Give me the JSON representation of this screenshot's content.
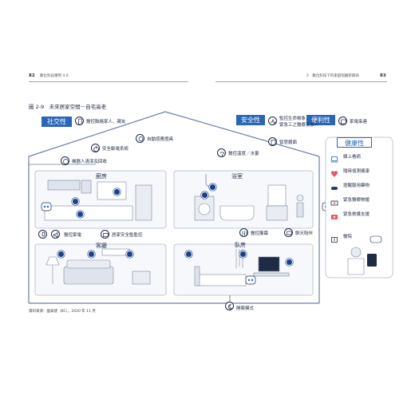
{
  "header": {
    "page_left": "82",
    "running_left": "數位科技應用 4.0",
    "running_right": "2　數位科技下的家庭照顧新興商",
    "page_right": "83"
  },
  "figure": {
    "title": "圖 2-9　未來居家空間－自宅高老",
    "source": "資料來源：國泰建（BC），2020 年 11 月"
  },
  "categories": {
    "social": "社交性",
    "safety": "安全性",
    "convenience": "便利性",
    "health": "健康性"
  },
  "top_labels": {
    "contact_family": "醫控聯絡家人、親友",
    "monitor_vitals": "監控生命徵象",
    "emergency_contact": "緊急工之醫療及家人",
    "home_appliance_link": "家電串連"
  },
  "rooms": {
    "kitchen": "廚房",
    "bathroom": "浴室",
    "living_room": "客廳",
    "bedroom": "臥房"
  },
  "labels": {
    "auto_sensor_light": "自動感應燈具",
    "safe_electric": "安全斷電系統",
    "robot_cleaner": "機器人清潔及回收",
    "temp_water": "醫控溫度／水量",
    "smart_mirror": "智慧鏡面",
    "voice_appliance": "醫控家電",
    "appliance_monitor": "居家安全監監控",
    "voice_curtain": "醫控簾幕",
    "chat_companion": "聊天陪伴",
    "sleep_mode": "睡眠模式"
  },
  "health_items": [
    {
      "label": "線上看病",
      "icon": "laptop-doctor-icon"
    },
    {
      "label": "隨時偵測健康",
      "icon": "heart-monitor-icon"
    },
    {
      "label": "提醒服用藥物",
      "icon": "pill-icon"
    },
    {
      "label": "緊急醫療物援",
      "icon": "ambulance-icon"
    },
    {
      "label": "緊急救護支援",
      "icon": "first-aid-icon"
    }
  ],
  "hospital": "醫院",
  "colors": {
    "brand_blue": "#2a66b8",
    "navy": "#1c3f86",
    "house_line": "#6a7fa8"
  }
}
